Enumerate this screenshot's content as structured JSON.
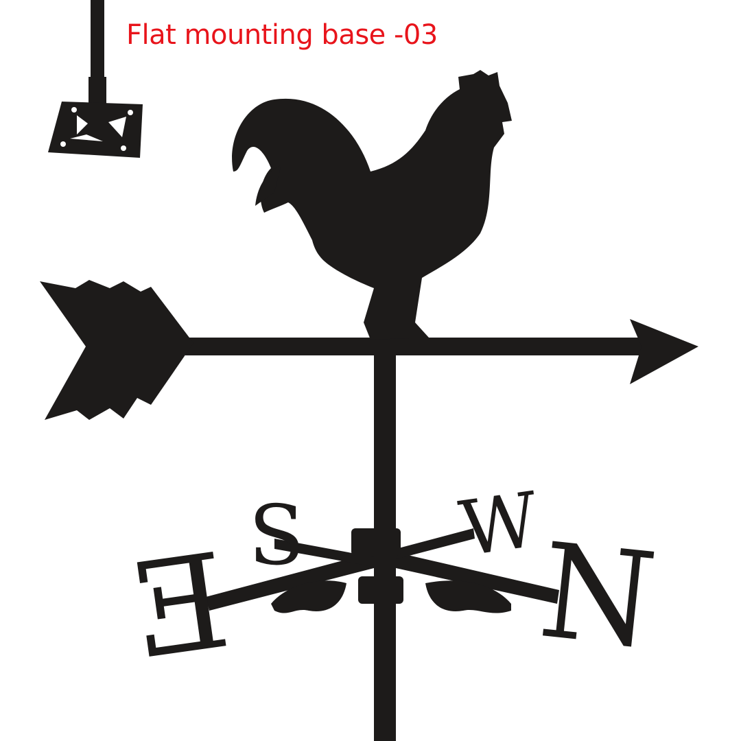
{
  "caption": "Flat mounting base -03",
  "compass": {
    "s": "S",
    "w": "W",
    "n": "N",
    "e": "E"
  },
  "colors": {
    "caption": "#e8141b",
    "metal": "#1d1b1a",
    "background": "#ffffff"
  }
}
